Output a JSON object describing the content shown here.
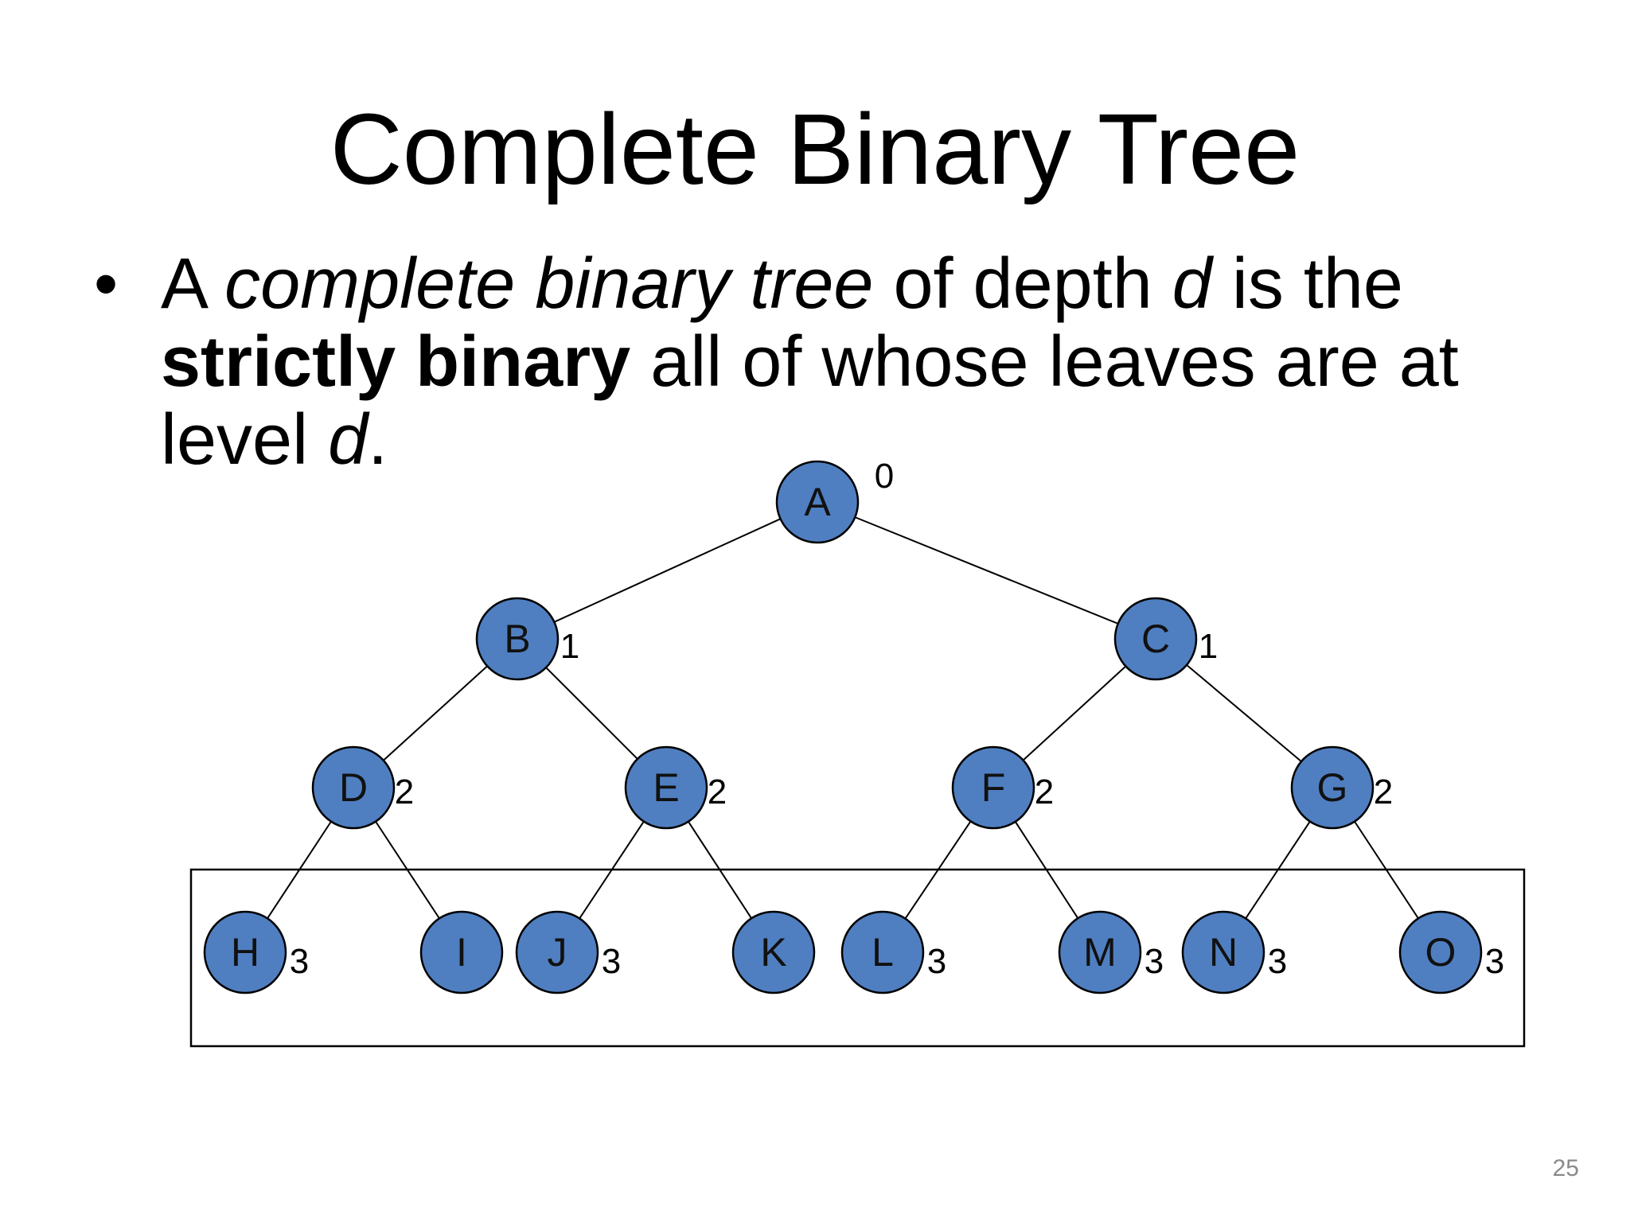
{
  "title": "Complete Binary Tree",
  "bullet": {
    "symbol": "•",
    "line1": {
      "t1": "A ",
      "t2_italic": "complete binary tree",
      "t3": " of depth ",
      "t4_italic": "d",
      "t5": " is the"
    },
    "line2": {
      "t1_bold": "strictly binary",
      "t2": " all of whose leaves are at"
    },
    "line3": {
      "t1": "level ",
      "t2_italic": "d",
      "t3": "."
    }
  },
  "tree": {
    "node_color": "#4f7fc1",
    "nodes": [
      {
        "id": "A",
        "label": "A",
        "level": "0"
      },
      {
        "id": "B",
        "label": "B",
        "level": "1"
      },
      {
        "id": "C",
        "label": "C",
        "level": "1"
      },
      {
        "id": "D",
        "label": "D",
        "level": "2"
      },
      {
        "id": "E",
        "label": "E",
        "level": "2"
      },
      {
        "id": "F",
        "label": "F",
        "level": "2"
      },
      {
        "id": "G",
        "label": "G",
        "level": "2"
      },
      {
        "id": "H",
        "label": "H",
        "level": "3"
      },
      {
        "id": "I",
        "label": "I",
        "level": ""
      },
      {
        "id": "J",
        "label": "J",
        "level": "3"
      },
      {
        "id": "K",
        "label": "K",
        "level": ""
      },
      {
        "id": "L",
        "label": "L",
        "level": "3"
      },
      {
        "id": "M",
        "label": "M",
        "level": "3"
      },
      {
        "id": "N",
        "label": "N",
        "level": "3"
      },
      {
        "id": "O",
        "label": "O",
        "level": "3"
      }
    ],
    "edges": [
      [
        "A",
        "B"
      ],
      [
        "A",
        "C"
      ],
      [
        "B",
        "D"
      ],
      [
        "B",
        "E"
      ],
      [
        "C",
        "F"
      ],
      [
        "C",
        "G"
      ],
      [
        "D",
        "H"
      ],
      [
        "D",
        "I"
      ],
      [
        "E",
        "J"
      ],
      [
        "E",
        "K"
      ],
      [
        "F",
        "L"
      ],
      [
        "F",
        "M"
      ],
      [
        "G",
        "N"
      ],
      [
        "G",
        "O"
      ]
    ]
  },
  "page_number": "25"
}
